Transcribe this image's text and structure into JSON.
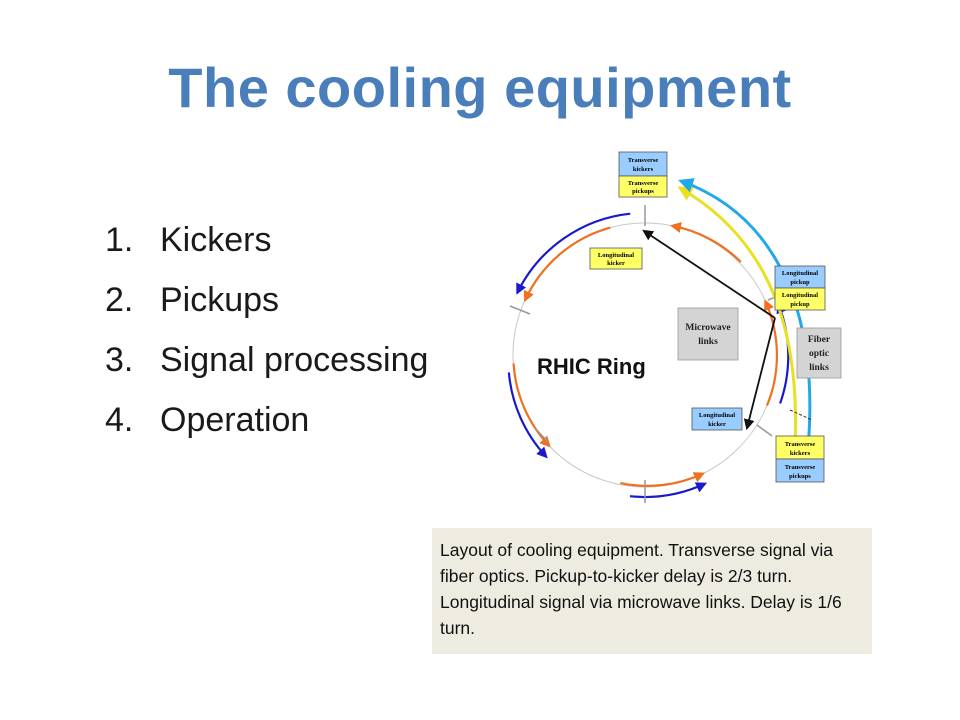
{
  "slide": {
    "title": "The cooling equipment",
    "agenda": [
      {
        "number": "1.",
        "label": "Kickers"
      },
      {
        "number": "2.",
        "label": "Pickups"
      },
      {
        "number": "3.",
        "label": "Signal processing"
      },
      {
        "number": "4.",
        "label": "Operation"
      }
    ],
    "caption": "Layout of cooling equipment. Transverse signal via fiber optics. Pickup-to-kicker delay is 2/3 turn. Longitudinal signal via microwave links. Delay is 1/6 turn."
  },
  "diagram": {
    "ring_label": "RHIC Ring",
    "boxes": {
      "transverse_kickers_top": [
        "Transverse",
        "kickers"
      ],
      "transverse_pickups_top": [
        "Transverse",
        "pickups"
      ],
      "longitudinal_kicker_left": [
        "Longitudinal",
        "kicker"
      ],
      "longitudinal_pickup_top": [
        "Longitudinal",
        "pickup"
      ],
      "longitudinal_pickup_bottom": [
        "Longitudinal",
        "pickup"
      ],
      "microwave_links": [
        "Microwave",
        "links"
      ],
      "fiber_optic_links": [
        "Fiber",
        "optic",
        "links"
      ],
      "longitudinal_kicker_right": [
        "Longitudinal",
        "kicker"
      ],
      "transverse_kickers_bottom": [
        "Transverse",
        "kickers"
      ],
      "transverse_pickups_bottom": [
        "Transverse",
        "pickups"
      ]
    },
    "colors": {
      "blue_beam": "#1a1acc",
      "orange_beam": "#f07020",
      "yellow_fiber": "#e8e020",
      "cyan_fiber": "#20a8e8",
      "blue_box": "#99ccff",
      "yellow_box": "#ffff66",
      "gray_box": "#d4d4d4",
      "title": "#4a7ebb",
      "caption_bg": "#eeece1"
    }
  }
}
